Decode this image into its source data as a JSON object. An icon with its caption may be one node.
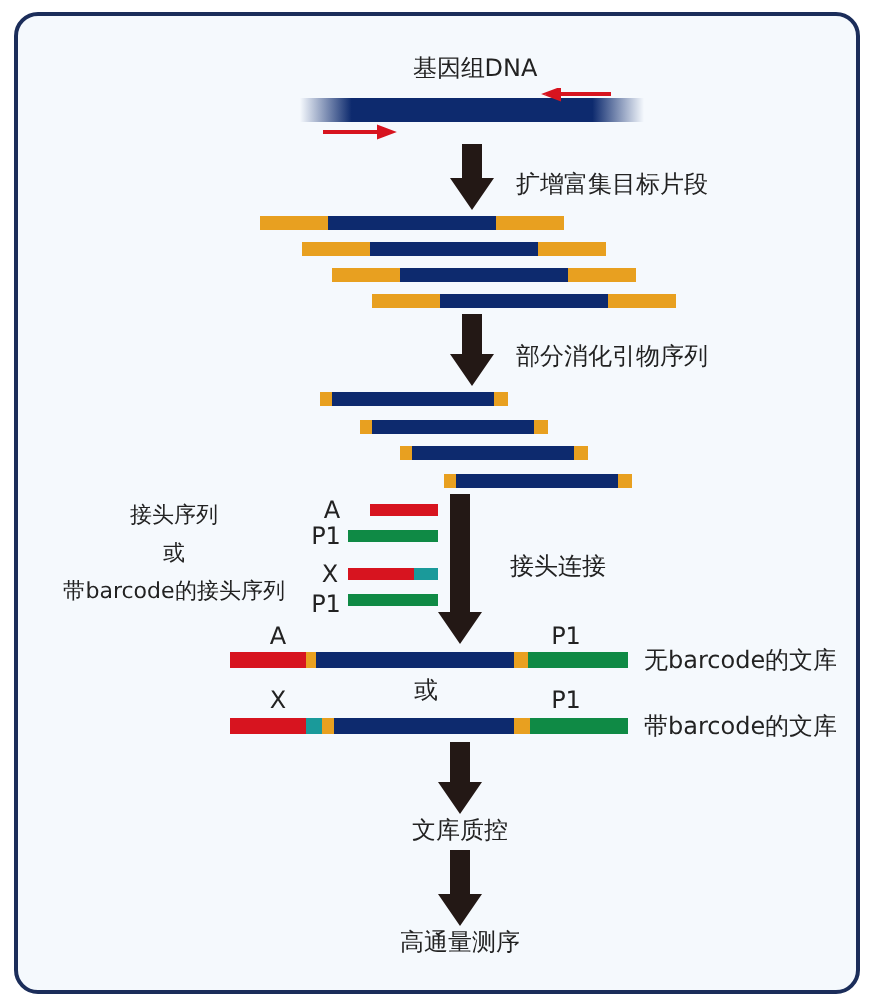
{
  "diagram": {
    "nodes": [
      {
        "text": [
          "基因组DNA"
        ]
      },
      {
        "text": [],
        "shape": "bar"
      },
      {
        "text": [],
        "shape": "bar"
      },
      {
        "text": [
          "接头序列",
          "或",
          "带barcode的接头序列"
        ]
      },
      {
        "text": [],
        "shape": "bar",
        "beside": [
          "无barcode的文库"
        ]
      },
      {
        "text": [],
        "shape": "bar",
        "beside": [
          "带barcode的文库"
        ]
      },
      {
        "text": [
          "文库质控"
        ]
      },
      {
        "text": [
          "高通量测序"
        ]
      }
    ],
    "edges": [
      {
        "from": 0,
        "to": 1,
        "arrow": "to",
        "label": "扩增富集目标片段"
      },
      {
        "from": 1,
        "to": 2,
        "arrow": "to",
        "label": "部分消化引物序列"
      },
      {
        "from": 2,
        "to": 4,
        "arrow": "to",
        "label": "接头连接"
      },
      {
        "from": 5,
        "to": 6,
        "arrow": "to"
      },
      {
        "from": 6,
        "to": 7,
        "arrow": "to"
      }
    ],
    "labels": [
      "A",
      "P1",
      "X",
      "P1",
      "A",
      "P1",
      "或",
      "X",
      "P1"
    ]
  }
}
